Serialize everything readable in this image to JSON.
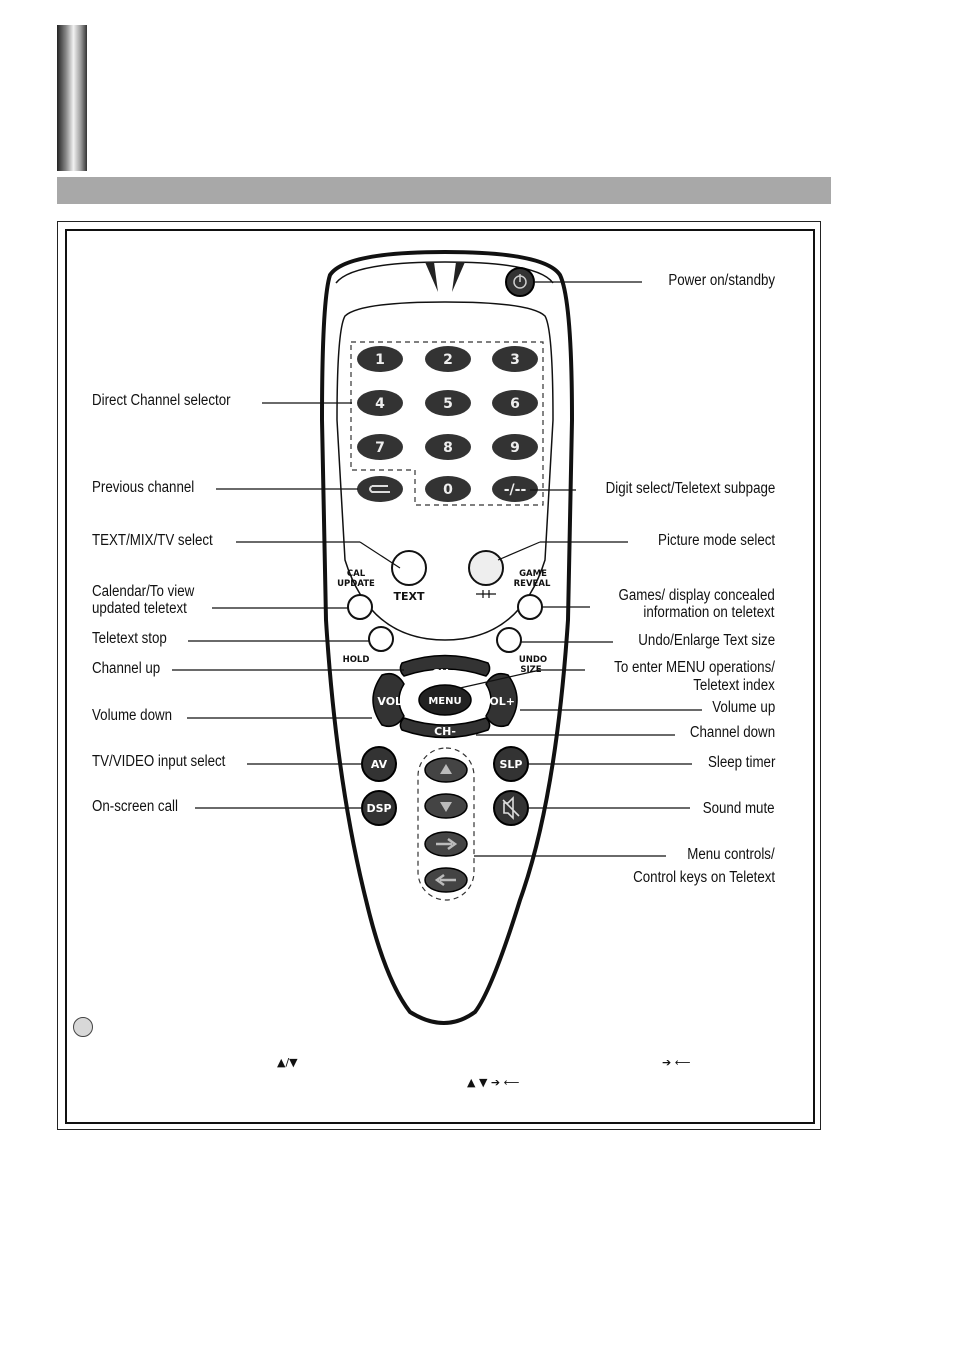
{
  "labels_left": {
    "direct_channel": "Direct Channel selector",
    "previous_channel": "Previous channel",
    "text_mix_tv": "TEXT/MIX/TV select",
    "calendar_line1": "Calendar/To view",
    "calendar_line2": "updated teletext",
    "teletext_stop": "Teletext stop",
    "channel_up": "Channel up",
    "volume_down": "Volume down",
    "tv_video": "TV/VIDEO input select",
    "on_screen": "On-screen call"
  },
  "labels_right": {
    "power": "Power on/standby",
    "digit_select": "Digit select/Teletext subpage",
    "picture_mode": "Picture mode select",
    "games_line1": "Games/ display concealed",
    "games_line2": "information on teletext",
    "undo_enlarge": "Undo/Enlarge Text size",
    "menu_line1": "To enter MENU operations/",
    "menu_line2": "Teletext index",
    "volume_up": "Volume up",
    "channel_down": "Channel down",
    "sleep_timer": "Sleep timer",
    "sound_mute": "Sound mute",
    "menu_controls_line1": "Menu controls/",
    "menu_controls_line2": "Control keys on Teletext"
  },
  "remote_keys": {
    "digits": [
      "1",
      "2",
      "3",
      "4",
      "5",
      "6",
      "7",
      "8",
      "9",
      "0"
    ],
    "dash_key": "-/--",
    "text": "TEXT",
    "cal": "CAL",
    "update": "UPDATE",
    "game": "GAME",
    "reveal": "REVEAL",
    "hold": "HOLD",
    "undo": "UNDO",
    "size": "SIZE",
    "ch_up": "CH+",
    "ch_down": "CH-",
    "vol_down": "VOL-",
    "vol_up": "VOL+",
    "menu": "MENU",
    "av": "AV",
    "slp": "SLP",
    "dsp": "DSP"
  },
  "note_symbols": {
    "line1_left": "▲/▼",
    "line1_right": "➔ ⟵",
    "line2": "▲ ▼ ➔ ⟵"
  }
}
